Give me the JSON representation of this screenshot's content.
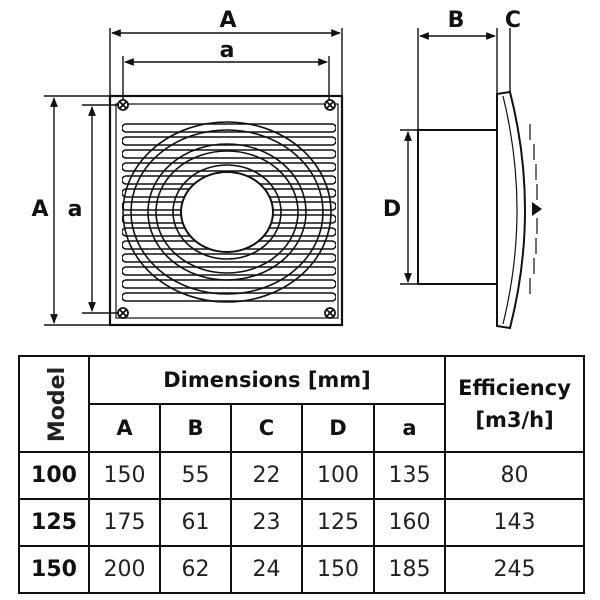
{
  "labels": {
    "front_outer_width": "A",
    "front_inner_width": "a",
    "front_outer_height": "A",
    "front_inner_height": "a",
    "side_depth": "B",
    "side_cover": "C",
    "side_duct": "D"
  },
  "table": {
    "model_header": "Model",
    "dimensions_header": "Dimensions [mm]",
    "efficiency_header_line1": "Efficiency",
    "efficiency_header_line2": "[m3/h]",
    "columns": [
      "A",
      "B",
      "C",
      "D",
      "a"
    ],
    "rows": [
      {
        "model": "100",
        "A": "150",
        "B": "55",
        "C": "22",
        "D": "100",
        "a": "135",
        "efficiency": "80"
      },
      {
        "model": "125",
        "A": "175",
        "B": "61",
        "C": "23",
        "D": "125",
        "a": "160",
        "efficiency": "143"
      },
      {
        "model": "150",
        "A": "200",
        "B": "62",
        "C": "24",
        "D": "150",
        "a": "185",
        "efficiency": "245"
      }
    ]
  }
}
